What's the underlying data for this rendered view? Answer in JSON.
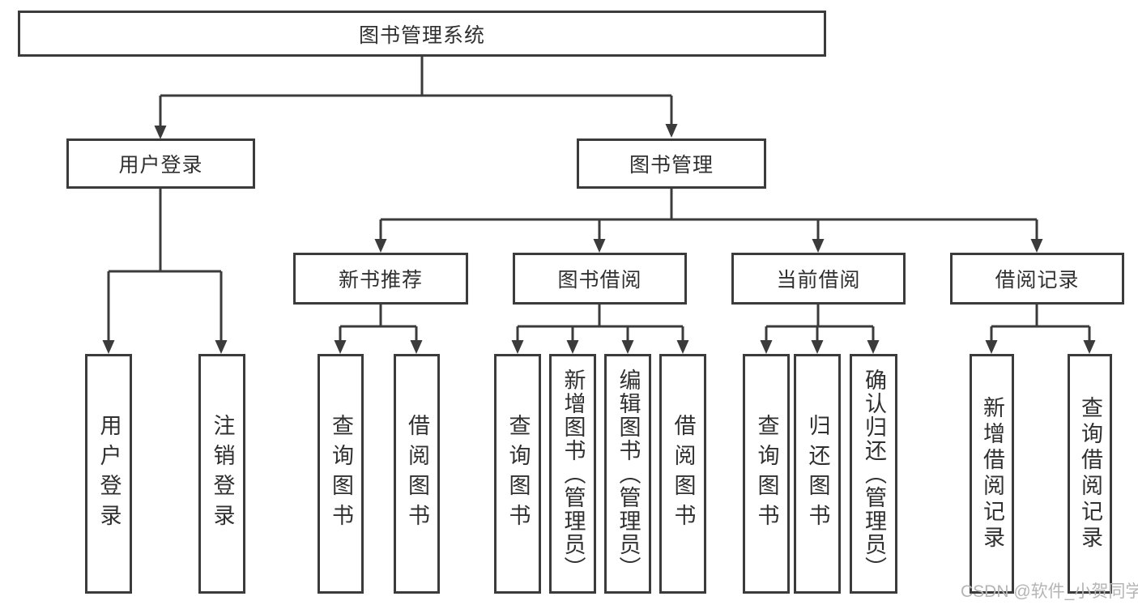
{
  "colors": {
    "line": "#3b3b3b",
    "text": "#303030",
    "watermark": "#b5b5b5",
    "background": "#ffffff"
  },
  "tree": {
    "root": {
      "label": "图书管理系统",
      "children": [
        {
          "label": "用户登录",
          "children": [
            {
              "label": "用户登录"
            },
            {
              "label": "注销登录"
            }
          ]
        },
        {
          "label": "图书管理",
          "children": [
            {
              "label": "新书推荐",
              "children": [
                {
                  "label": "查询图书"
                },
                {
                  "label": "借阅图书"
                }
              ]
            },
            {
              "label": "图书借阅",
              "children": [
                {
                  "label": "查询图书"
                },
                {
                  "label": "新增图书（管理员）"
                },
                {
                  "label": "编辑图书（管理员）"
                },
                {
                  "label": "借阅图书"
                }
              ]
            },
            {
              "label": "当前借阅",
              "children": [
                {
                  "label": "查询图书"
                },
                {
                  "label": "归还图书"
                },
                {
                  "label": "确认归还（管理员）"
                }
              ]
            },
            {
              "label": "借阅记录",
              "children": [
                {
                  "label": "新增借阅记录"
                },
                {
                  "label": "查询借阅记录"
                }
              ]
            }
          ]
        }
      ]
    }
  },
  "watermark": {
    "text": "CSDN @软件_小贺同学"
  }
}
